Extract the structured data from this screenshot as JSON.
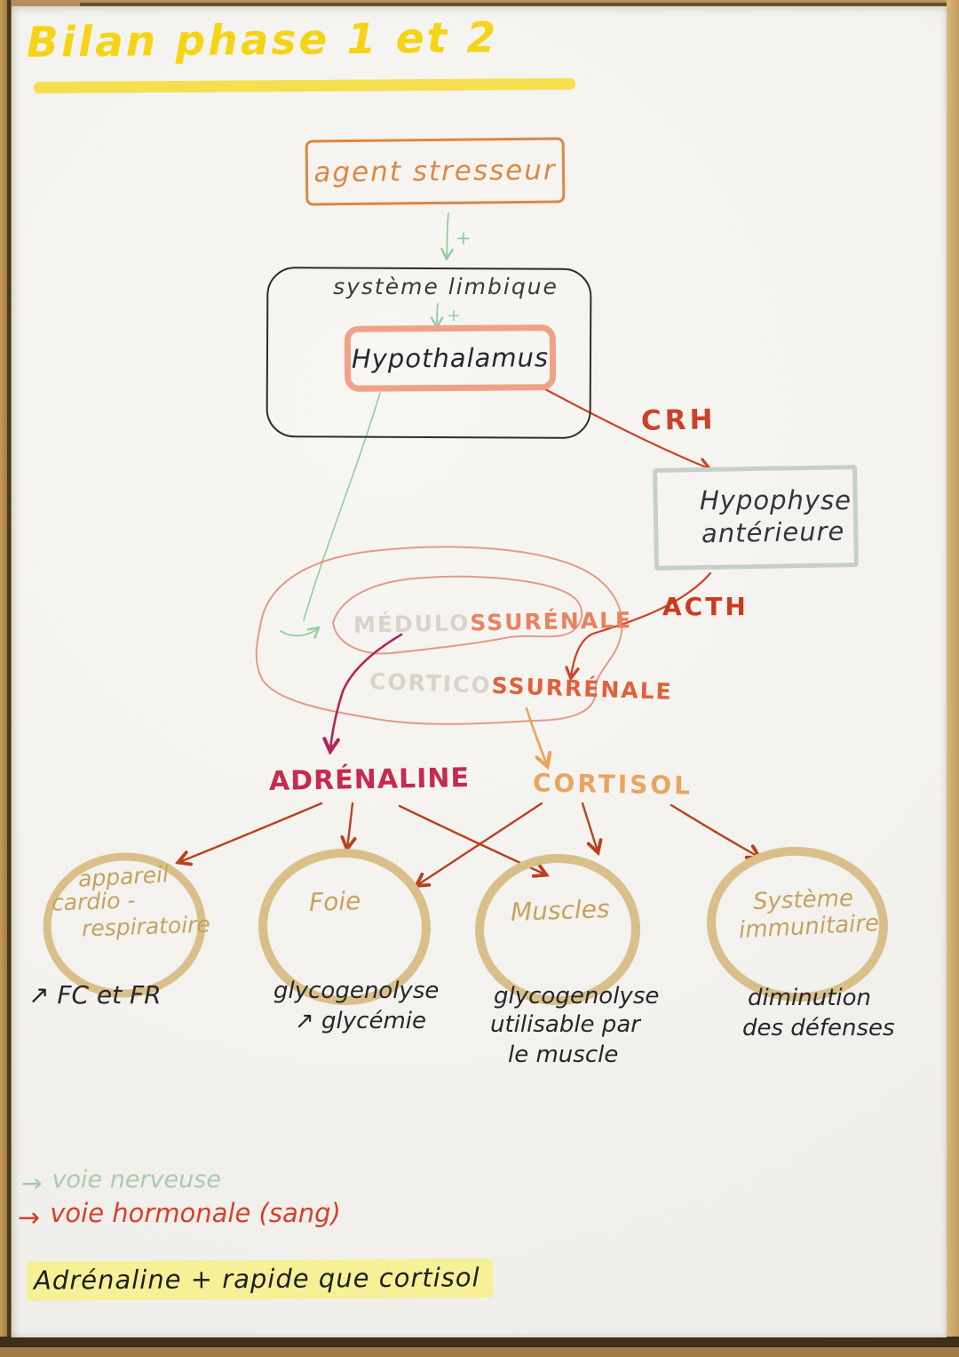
{
  "title": {
    "text": "Bilan phase 1 et 2"
  },
  "flow": {
    "agent_stresseur": "agent stresseur",
    "plus": "+",
    "systeme_limbique": "système limbique",
    "hypothalamus": "Hypothalamus",
    "crh": "CRH",
    "hypophyse": {
      "line1": "Hypophyse",
      "line2": "antérieure"
    },
    "acth": "ACTH",
    "medullosurrenale": {
      "faint": "MÉDULO",
      "bright": "SSURÉNALE"
    },
    "corticosurrenale": {
      "faint": "CORTICO",
      "bright": "SSURRÉNALE"
    },
    "adrenaline": "ADRÉNALINE",
    "cortisol": "CORTISOL"
  },
  "targets": [
    {
      "name": "appareil cardio-respiratoire",
      "lines": [
        "appareil",
        "cardio -",
        "respiratoire"
      ],
      "effects": [
        "↗ FC et FR"
      ]
    },
    {
      "name": "foie",
      "lines": [
        "Foie"
      ],
      "effects": [
        "glycogenolyse",
        "↗ glycémie"
      ]
    },
    {
      "name": "muscles",
      "lines": [
        "Muscles"
      ],
      "effects": [
        "glycogenolyse",
        "utilisable par",
        "le muscle"
      ]
    },
    {
      "name": "système immunitaire",
      "lines": [
        "Système",
        "immunitaire"
      ],
      "effects": [
        "diminution",
        "des défenses"
      ]
    }
  ],
  "legend": {
    "arrow": "→",
    "voie_nerveuse": "voie nerveuse",
    "voie_hormonale": "voie hormonale (sang)"
  },
  "footer": {
    "note": "Adrénaline + rapide que cortisol"
  },
  "colors": {
    "yellow_marker": "#f5d417",
    "highlight": "#f6f096",
    "orange_box": "#dd8840",
    "salmon_box": "#f0a189",
    "nerve_green": "#8fcf9f",
    "hormone_red": "#cc4228",
    "adrenaline_magenta": "#c42a52",
    "cortisol_orange": "#e9a45e",
    "circle_tan": "#d9bf8a",
    "circle_text_tan": "#c6a25e",
    "ink": "#26262a"
  }
}
